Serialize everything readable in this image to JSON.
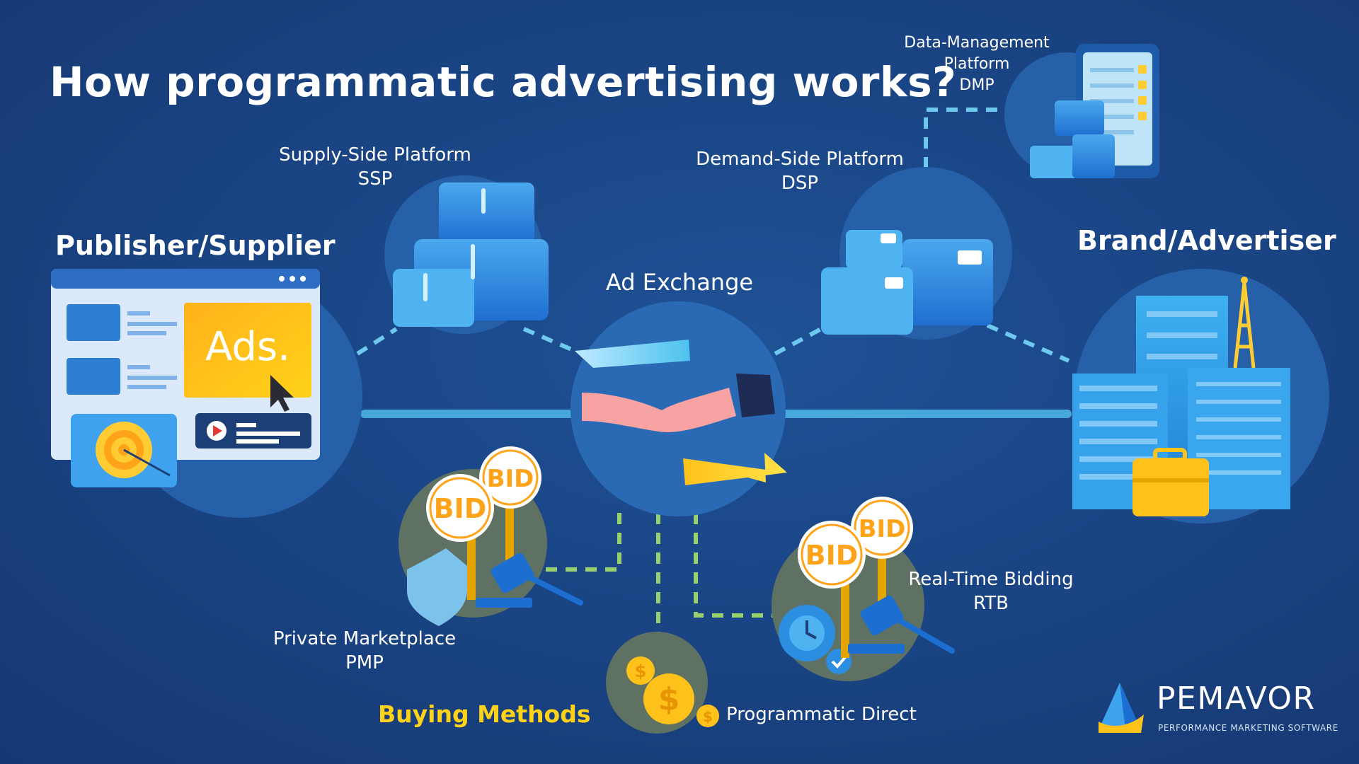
{
  "title": "How programmatic advertising works?",
  "nodes": {
    "publisher": {
      "label": "Publisher/Supplier",
      "ad_text": "Ads."
    },
    "ssp": {
      "line1": "Supply-Side Platform",
      "line2": "SSP"
    },
    "ad_exchange": {
      "label": "Ad Exchange"
    },
    "dsp": {
      "line1": "Demand-Side Platform",
      "line2": "DSP"
    },
    "dmp": {
      "line1": "Data-Management",
      "line2": "Platform",
      "line3": "DMP"
    },
    "brand": {
      "label": "Brand/Advertiser"
    }
  },
  "buying_methods": {
    "heading": "Buying Methods",
    "pmp": {
      "line1": "Private Marketplace",
      "line2": "PMP"
    },
    "direct": {
      "line1": "Programmatic Direct"
    },
    "rtb": {
      "line1": "Real-Time Bidding",
      "line2": "RTB"
    },
    "bid_sign": "BID"
  },
  "logo": {
    "name": "PEMAVOR",
    "tagline": "PERFORMANCE MARKETING SOFTWARE"
  },
  "colors": {
    "background": "#1a4585",
    "circle": "#2563a8",
    "connector": "#4fb8e8",
    "accent_yellow": "#ffd21a",
    "ad_orange": "#ffa31a"
  }
}
